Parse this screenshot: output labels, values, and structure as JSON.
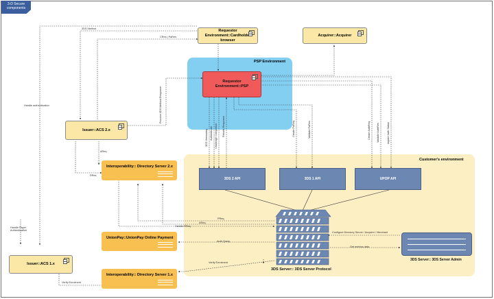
{
  "badge": "3-D Secure components",
  "regions": {
    "psp": "PSP Environment",
    "customer": "Customer's environment"
  },
  "components": {
    "requestor_browser": "Requestor Environment::Cardholder browser",
    "acquirer": "Acquirer::Acquirer",
    "requestor_psp": "Requestor Environment::PSP",
    "issuer_acs2": "Issuer::ACS 2.x",
    "ds2": "Interoperability:: Directory Server 2.x",
    "unionpay": "UnionPay::UnionPay Online Payment",
    "issuer_acs1": "Issuer::ACS 1.x",
    "ds1": "Interoperability:: Directory Server 1.x",
    "api_3ds2": "3DS 2 API",
    "api_3ds1": "3DS 1 API",
    "api_upop": "UPOP API",
    "server": "3DS Server:: 3DS Server Protocol",
    "admin": "3DS Server:: 3DS Server Admin"
  },
  "labels": {
    "threeds_method": "3DS Method",
    "cres_pares": "CRes | PaRes",
    "handle_auth": "Handle authentication",
    "process_method": "Process 3DS Method Response",
    "aareq": "AReq",
    "rres": "RRes",
    "ds_versioning": "3DS Versioning",
    "authenticate": "Authenticate",
    "challenge": "Challenge Completion",
    "results": "Results Response",
    "create_pareq": "Create PaReq",
    "validate_pares": "Validate PaRes",
    "create_authreq": "Create AuthReq",
    "validate_authres": "Validate AuthRes",
    "inquire_auth": "Inquire Auth Status",
    "areq_line": "AReq",
    "preq": "PReq",
    "handle_rreq": "Handle RReq",
    "handle_pareq": "Handle Payer Authentication",
    "auth_query": "Auth Query",
    "configure": "Configure Directory Server / Acquirer / Merchant",
    "get_metrics": "Get metrics data",
    "verify_enrolment": "Verify Enrolment",
    "verify_enrolment2": "Verify Enrolment"
  },
  "colors": {
    "badge": "#3a5f9c",
    "psp_region": "#82cff2",
    "customer_region": "#fcefc4",
    "component_yellow": "#fbe8a6",
    "component_orange": "#f7c050",
    "api_blue": "#6d87b3",
    "psp_red": "#f05a5a"
  }
}
